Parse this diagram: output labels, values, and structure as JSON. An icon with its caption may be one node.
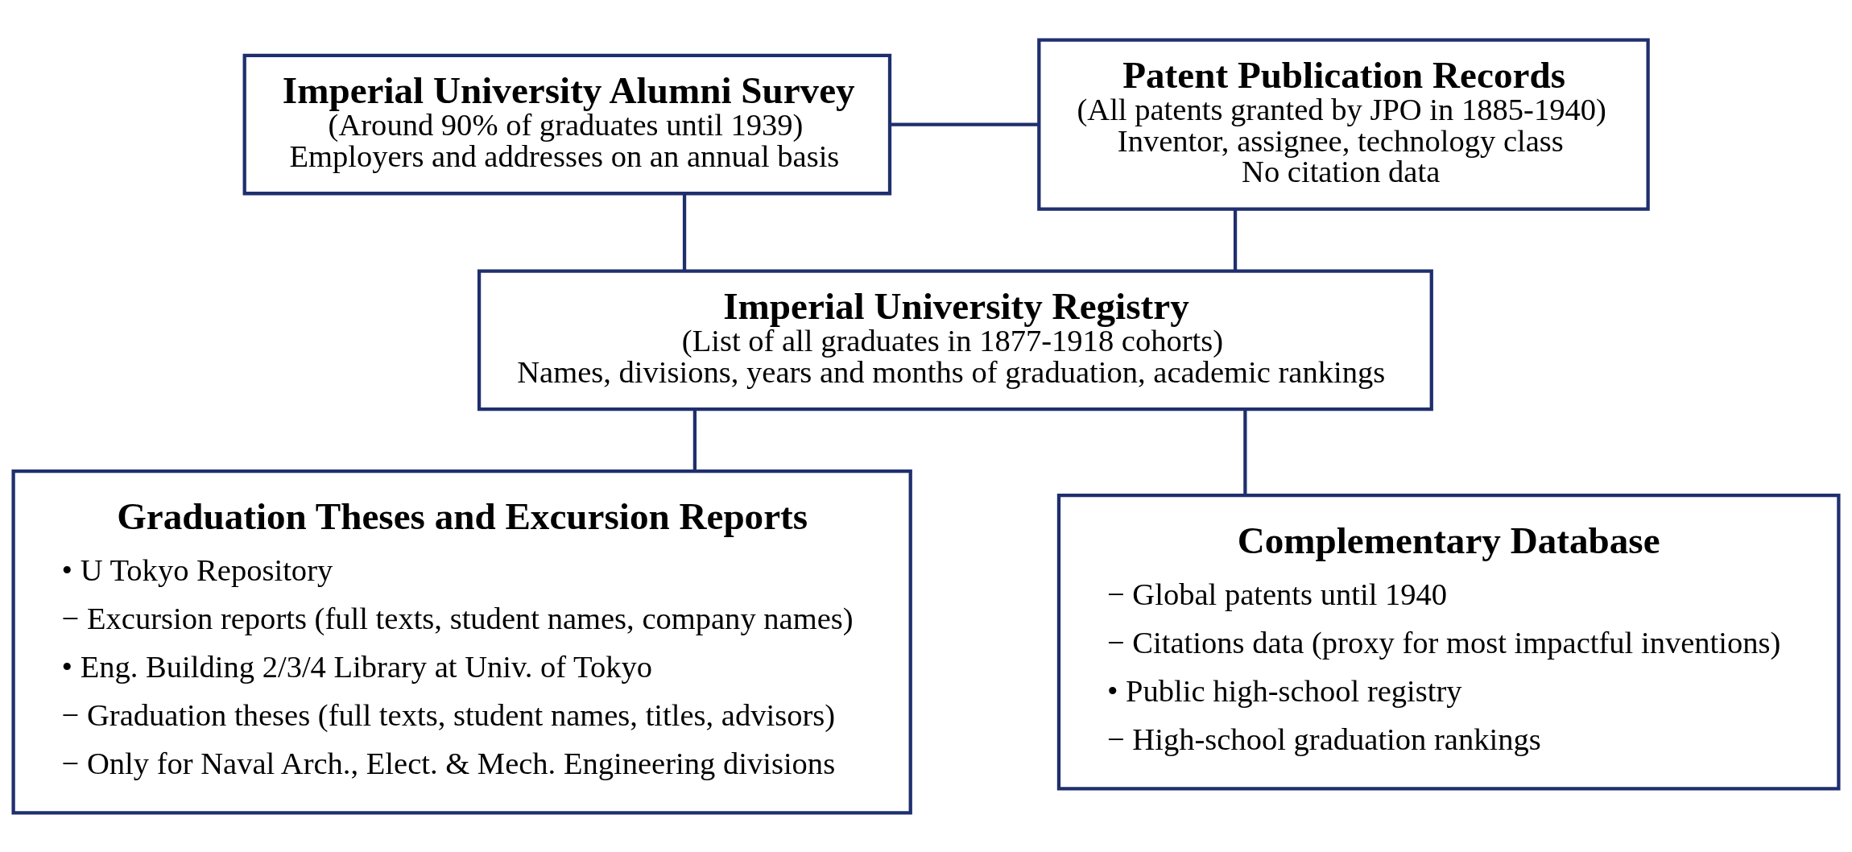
{
  "diagram": {
    "nodes": [
      {
        "text": [
          "Imperial University Alumni Survey",
          "(Around 90% of graduates until 1939)",
          "Employers and addresses on an annual basis"
        ]
      },
      {
        "text": [
          "Patent Publication Records",
          "(All patents granted by JPO in 1885-1940)",
          "Inventor, assignee, technology class",
          "No citation data"
        ]
      },
      {
        "text": [
          "Imperial University Registry",
          "(List of all graduates in 1877-1918 cohorts)",
          "Names, divisions, years and months of graduation, academic rankings"
        ]
      },
      {
        "text": [
          "Graduation Theses and Excursion Reports",
          "• U Tokyo Repository",
          "− Excursion reports (full texts, student names, company names)",
          "• Eng. Building 2/3/4 Library at Univ. of Tokyo",
          "− Graduation theses (full texts, student names, titles, advisors)",
          "− Only for Naval Arch., Elect. & Mech. Engineering divisions"
        ]
      },
      {
        "text": [
          "Complementary Database",
          "− Global patents until 1940",
          "− Citations data (proxy for most impactful inventions)",
          "• Public high-school registry",
          "− High-school graduation rankings"
        ]
      }
    ],
    "edges": [
      {
        "from": 0,
        "to": 2,
        "arrow": "none"
      },
      {
        "from": 0,
        "to": 1,
        "arrow": "none"
      },
      {
        "from": 2,
        "to": 1,
        "arrow": "none"
      },
      {
        "from": 2,
        "to": 4,
        "arrow": "none"
      },
      {
        "from": 2,
        "to": 3,
        "arrow": "none"
      }
    ]
  }
}
